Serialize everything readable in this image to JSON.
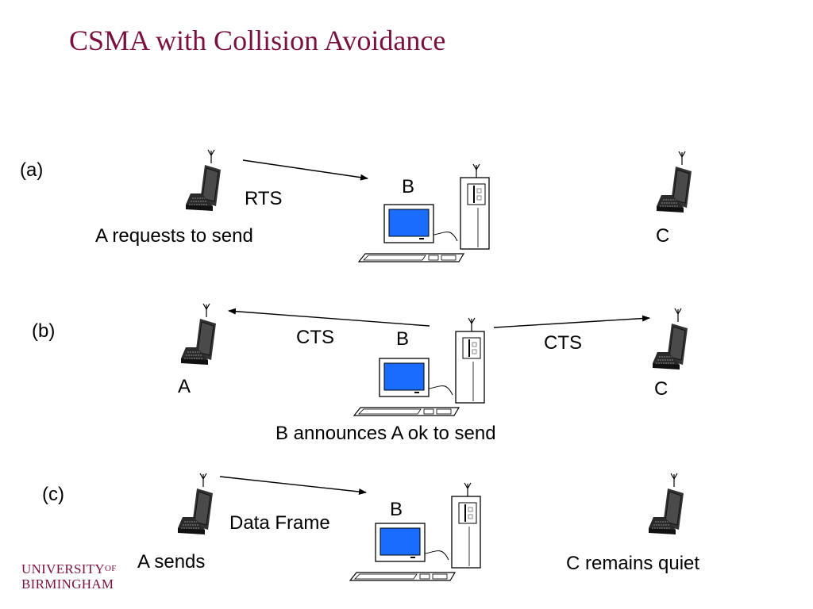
{
  "slide": {
    "title": "CSMA with Collision Avoidance"
  },
  "panels": [
    {
      "id": "a",
      "tag": "(a)",
      "arrow_label": "RTS",
      "caption": "A requests to send",
      "base_label": "B",
      "right_label": "C"
    },
    {
      "id": "b",
      "tag": "(b)",
      "left_label": "A",
      "arrow_label_left": "CTS",
      "arrow_label_right": "CTS",
      "base_label": "B",
      "right_label": "C",
      "caption": "B announces A ok to send"
    },
    {
      "id": "c",
      "tag": "(c)",
      "arrow_label": "Data Frame",
      "caption": "A sends",
      "base_label": "B",
      "right_caption": "C remains quiet"
    }
  ],
  "logo": {
    "line1": "UNIVERSITY",
    "of": "OF",
    "line2": "BIRMINGHAM"
  },
  "colors": {
    "title": "#7a1040",
    "screen": "#1a6cff",
    "laptop": "#222222"
  }
}
